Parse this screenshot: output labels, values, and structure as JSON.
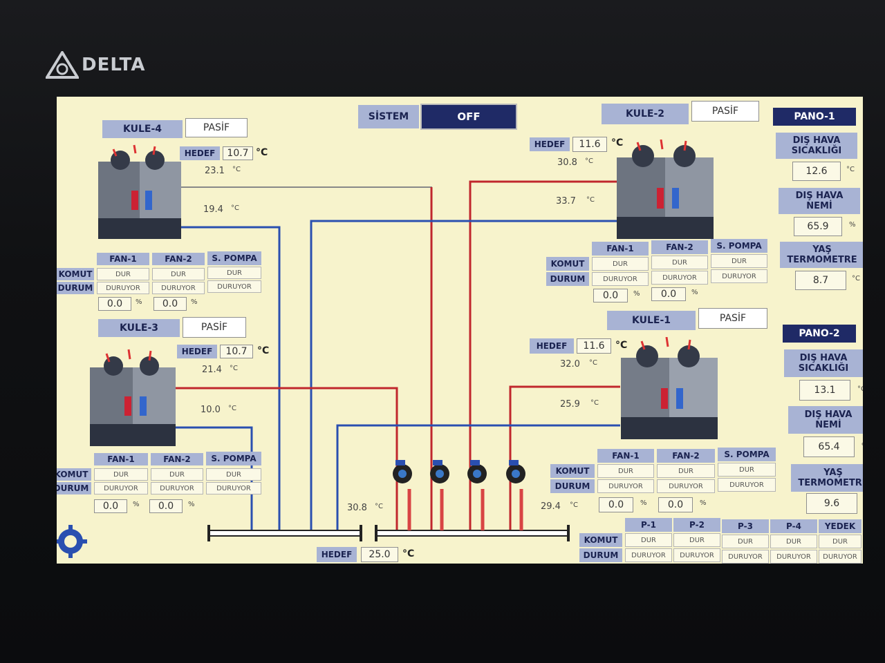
{
  "brand": "DELTA",
  "system": {
    "label": "SİSTEM",
    "state": "OFF"
  },
  "row_labels": {
    "komut": "KOMUT",
    "durum": "DURUM"
  },
  "units": {
    "c": "°C",
    "pct": "%"
  },
  "towers": {
    "kule4": {
      "name": "KULE-4",
      "mode": "PASİF",
      "hedef_label": "HEDEF",
      "hedef": "10.7",
      "t_hot": "23.1",
      "t_cold": "19.4",
      "cols": [
        "FAN-1",
        "FAN-2",
        "S. POMPA"
      ],
      "komut": [
        "DUR",
        "DUR",
        "DUR"
      ],
      "durum": [
        "DURUYOR",
        "DURUYOR",
        "DURUYOR"
      ],
      "fan_pct": [
        "0.0",
        "0.0"
      ]
    },
    "kule3": {
      "name": "KULE-3",
      "mode": "PASİF",
      "hedef_label": "HEDEF",
      "hedef": "10.7",
      "t_hot": "21.4",
      "t_cold": "10.0",
      "cols": [
        "FAN-1",
        "FAN-2",
        "S. POMPA"
      ],
      "komut": [
        "DUR",
        "DUR",
        "DUR"
      ],
      "durum": [
        "DURUYOR",
        "DURUYOR",
        "DURUYOR"
      ],
      "fan_pct": [
        "0.0",
        "0.0"
      ]
    },
    "kule2": {
      "name": "KULE-2",
      "mode": "PASİF",
      "hedef_label": "HEDEF",
      "hedef": "11.6",
      "t_hot": "30.8",
      "t_cold": "33.7",
      "cols": [
        "FAN-1",
        "FAN-2",
        "S. POMPA"
      ],
      "komut": [
        "DUR",
        "DUR",
        "DUR"
      ],
      "durum": [
        "DURUYOR",
        "DURUYOR",
        "DURUYOR"
      ],
      "fan_pct": [
        "0.0",
        "0.0"
      ]
    },
    "kule1": {
      "name": "KULE-1",
      "mode": "PASİF",
      "hedef_label": "HEDEF",
      "hedef": "11.6",
      "t_hot": "32.0",
      "t_cold": "25.9",
      "cols": [
        "FAN-1",
        "FAN-2",
        "S. POMPA"
      ],
      "komut": [
        "DUR",
        "DUR",
        "DUR"
      ],
      "durum": [
        "DURUYOR",
        "DURUYOR",
        "DURUYOR"
      ],
      "fan_pct": [
        "0.0",
        "0.0"
      ]
    }
  },
  "collector": {
    "t_left": "30.8",
    "t_right": "29.4",
    "hedef_label": "HEDEF",
    "hedef": "25.0"
  },
  "pumps": {
    "cols": [
      "P-1",
      "P-2",
      "P-3",
      "P-4",
      "YEDEK"
    ],
    "komut": [
      "DUR",
      "DUR",
      "DUR",
      "DUR",
      "DUR"
    ],
    "durum": [
      "DURUYOR",
      "DURUYOR",
      "DURUYOR",
      "DURUYOR",
      "DURUYOR"
    ]
  },
  "pano1": {
    "title": "PANO-1",
    "dis_sicaklik_label": "DIŞ HAVA SICAKLIĞI",
    "dis_sicaklik": "12.6",
    "dis_nem_label": "DIŞ HAVA NEMİ",
    "dis_nem": "65.9",
    "yas_label": "YAŞ TERMOMETRE",
    "yas": "8.7"
  },
  "pano2": {
    "title": "PANO-2",
    "dis_sicaklik_label": "DIŞ HAVA SICAKLIĞI",
    "dis_sicaklik": "13.1",
    "dis_nem_label": "DIŞ HAVA NEMİ",
    "dis_nem": "65.4",
    "yas_label": "YAŞ TERMOMETRE",
    "yas": "9.6"
  },
  "colors": {
    "hot": "#c0272d",
    "cold": "#2a4fb0",
    "return": "#555555",
    "accent": "#1f2a66",
    "screen": "#f7f3cc"
  }
}
